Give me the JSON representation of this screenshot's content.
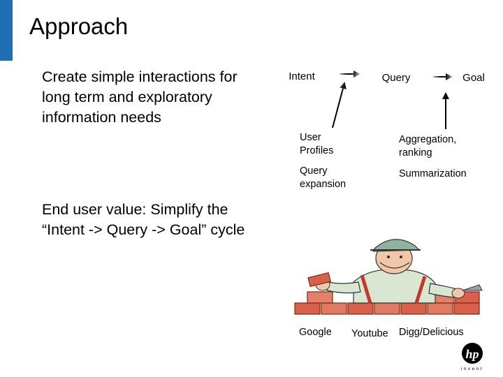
{
  "slide": {
    "title": "Approach",
    "text_block_1": "Create simple interactions for long term and exploratory information needs",
    "text_block_2": "End user value: Simplify the “Intent -> Query -> Goal” cycle"
  },
  "diagram": {
    "nodes": {
      "intent": "Intent",
      "query": "Query",
      "goal": "Goal"
    },
    "supports": {
      "user_profiles": "User Profiles",
      "query_expansion": "Query expansion",
      "aggregation_ranking": "Aggregation, ranking",
      "summarization": "Summarization"
    },
    "sources": {
      "google": "Google",
      "youtube": "Youtube",
      "digg": "Digg/Delicious"
    }
  },
  "brand": {
    "accent_color": "#1f6fb5",
    "logo_text": "hp",
    "logo_tagline": "invent"
  }
}
